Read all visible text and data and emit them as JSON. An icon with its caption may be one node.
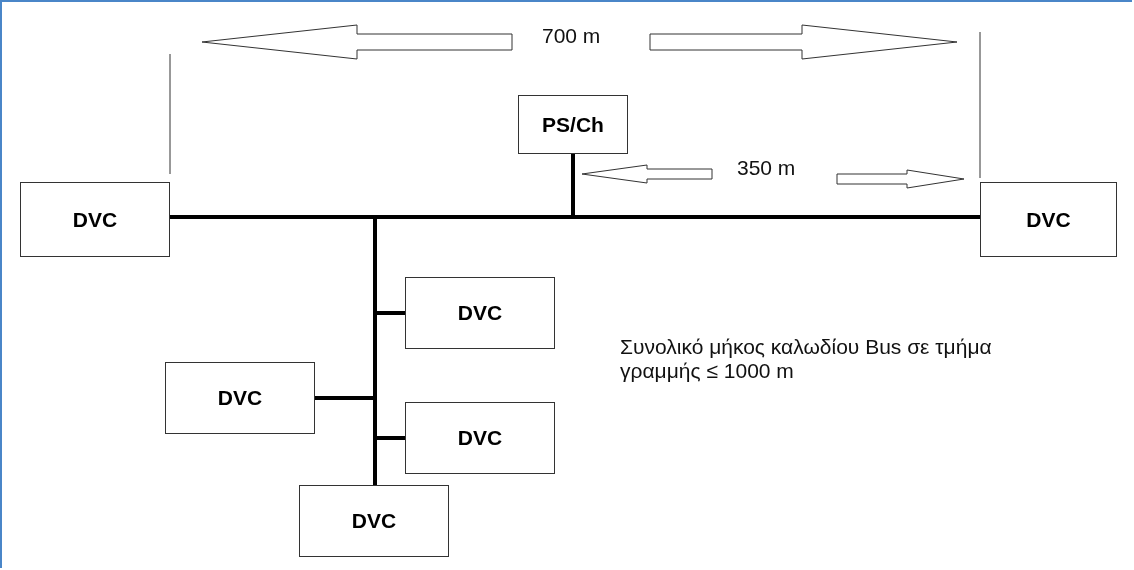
{
  "diagram": {
    "nodes": [
      {
        "text": [
          "DVC"
        ]
      },
      {
        "text": [
          "PS/Ch"
        ]
      },
      {
        "text": [
          "DVC"
        ]
      },
      {
        "text": [
          "DVC"
        ]
      },
      {
        "text": [
          "DVC"
        ]
      },
      {
        "text": [
          "DVC"
        ]
      },
      {
        "text": [
          "DVC"
        ]
      }
    ],
    "edges": [
      {
        "from": 1,
        "to": 0,
        "arrow": "none"
      },
      {
        "from": 1,
        "to": 2,
        "arrow": "none"
      },
      {
        "from": 1,
        "to": 3,
        "arrow": "none"
      },
      {
        "from": 1,
        "to": 4,
        "arrow": "none"
      },
      {
        "from": 1,
        "to": 5,
        "arrow": "none"
      },
      {
        "from": 1,
        "to": 6,
        "arrow": "none"
      }
    ],
    "labels": [
      "700 m",
      "350 m",
      "Συνολικό μήκος καλωδίου Bus σε τμήμα γραμμής ≤ 1000 m"
    ]
  }
}
